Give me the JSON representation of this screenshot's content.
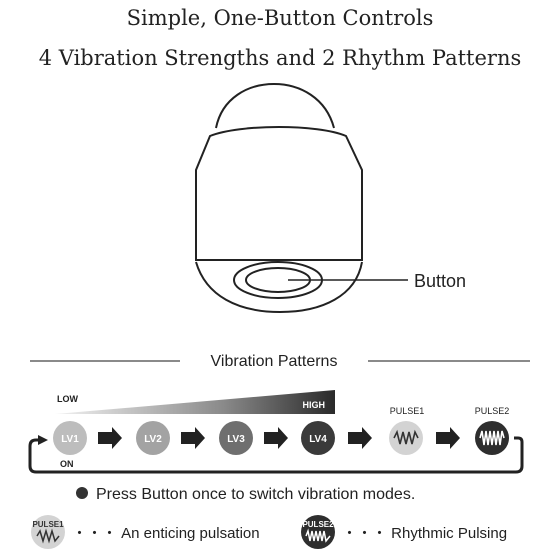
{
  "header": {
    "line1": "Simple, One-Button Controls",
    "line2": "4 Vibration Strengths and 2 Rhythm Patterns"
  },
  "device": {
    "button_label": "Button"
  },
  "patterns": {
    "section_title": "Vibration Patterns",
    "gradient_low": "LOW",
    "gradient_high": "HIGH",
    "on_label": "ON",
    "levels": [
      {
        "label": "LV1",
        "color": "#bdbdbd"
      },
      {
        "label": "LV2",
        "color": "#a3a3a3"
      },
      {
        "label": "LV3",
        "color": "#6f6f6f"
      },
      {
        "label": "LV4",
        "color": "#3a3a3a"
      }
    ],
    "pulses": [
      {
        "caption": "PULSE1",
        "color": "#d3d3d3",
        "wave": "#333333"
      },
      {
        "caption": "PULSE2",
        "color": "#2e2e2e",
        "wave": "#ffffff"
      }
    ],
    "instruction": "Press Button once to switch vibration modes."
  },
  "legend": {
    "pulse1_icon_label": "PULSE1",
    "pulse1_desc": "・・・ An enticing pulsation",
    "pulse2_icon_label": "PULSE2",
    "pulse2_desc": "・・・ Rhythmic Pulsing"
  }
}
